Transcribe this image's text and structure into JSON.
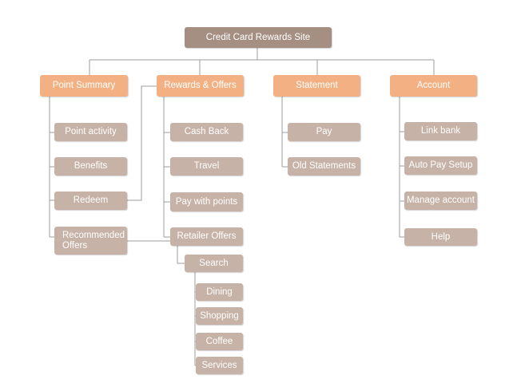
{
  "colors": {
    "root": "#a58f83",
    "section": "#f3b183",
    "item": "#c6b2a6",
    "connector": "#9e9e9e",
    "text": "#ffffff"
  },
  "root": "Credit Card Rewards  Site",
  "sections": {
    "point_summary": "Point Summary",
    "rewards_offers": "Rewards & Offers",
    "statement": "Statement",
    "account": "Account"
  },
  "point_summary_items": {
    "point_activity": "Point activity",
    "benefits": "Benefits",
    "redeem": "Redeem",
    "recommended_offers": "Recommended\nOffers"
  },
  "rewards_items": {
    "cash_back": "Cash Back",
    "travel": "Travel",
    "pay_with_points": "Pay with points",
    "retailer_offers": "Retailer Offers",
    "search": "Search",
    "dining": "Dining",
    "shopping": "Shopping",
    "coffee": "Coffee",
    "services": "Services"
  },
  "statement_items": {
    "pay": "Pay",
    "old_statements": "Old Statements"
  },
  "account_items": {
    "link_bank": "Link bank",
    "auto_pay_setup": "Auto Pay Setup",
    "manage_account": "Manage account",
    "help": "Help"
  }
}
